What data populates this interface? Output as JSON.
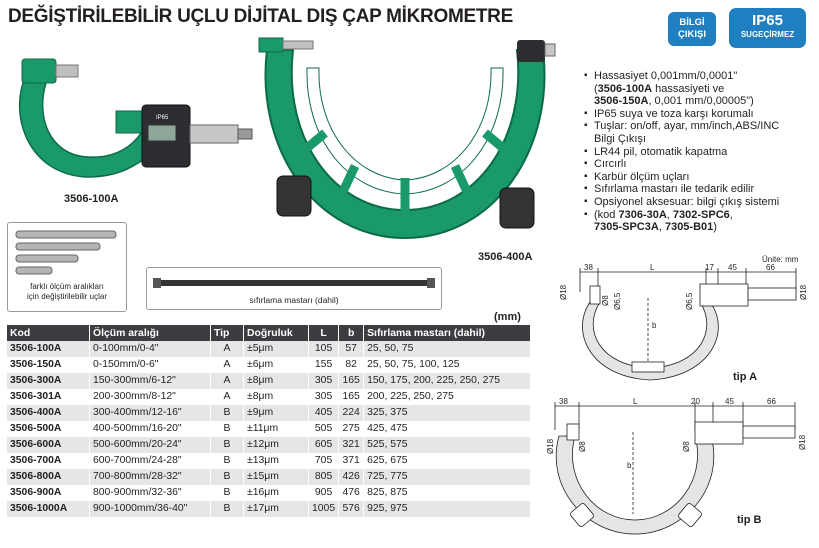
{
  "header": {
    "title": "DEĞİŞTİRİLEBİLİR UÇLU DİJİTAL DIŞ ÇAP MİKROMETRE",
    "badge_bilgi": [
      "BİLGİ",
      "ÇIKIŞI"
    ],
    "badge_ip65": {
      "main": "IP65",
      "sub": "SUGEÇİRMEZ"
    }
  },
  "images": {
    "caption_small": "3506-100A",
    "caption_large": "3506-400A",
    "inserts_caption": [
      "farklı ölçüm aralıkları",
      "için değiştirilebilir uçlar"
    ],
    "master_caption": "sıfırlama mastarı (dahil)",
    "display_label": "IP65"
  },
  "features": [
    {
      "parts": [
        {
          "t": "Hassasiyet 0,001mm/0,0001\""
        }
      ]
    },
    {
      "parts": [
        {
          "t": "("
        },
        {
          "t": "3506-100A",
          "b": true
        },
        {
          "t": " hassasiyeti ve"
        }
      ],
      "indent": true
    },
    {
      "parts": [
        {
          "t": "3506-150A",
          "b": true
        },
        {
          "t": ", 0,001 mm/0,00005\")"
        }
      ],
      "indent": true
    },
    {
      "parts": [
        {
          "t": "IP65 suya ve toza karşı korumalı"
        }
      ]
    },
    {
      "parts": [
        {
          "t": "Tuşlar: on/off, ayar, mm/inch,ABS/INC"
        }
      ]
    },
    {
      "parts": [
        {
          "t": "Bilgi Çıkışı"
        }
      ],
      "indent": true
    },
    {
      "parts": [
        {
          "t": "LR44 pil, otomatik kapatma"
        }
      ]
    },
    {
      "parts": [
        {
          "t": "Cırcırlı"
        }
      ]
    },
    {
      "parts": [
        {
          "t": "Karbür ölçüm uçları"
        }
      ]
    },
    {
      "parts": [
        {
          "t": "Sıfırlama mastarı ile tedarik edilir"
        }
      ]
    },
    {
      "parts": [
        {
          "t": "Opsiyonel aksesuar: bilgi çıkış sistemi"
        }
      ]
    },
    {
      "parts": [
        {
          "t": "(kod "
        },
        {
          "t": "7306-30A",
          "b": true
        },
        {
          "t": ", "
        },
        {
          "t": "7302-SPC6",
          "b": true
        },
        {
          "t": ","
        }
      ]
    },
    {
      "parts": [
        {
          "t": "7305-SPC3A",
          "b": true
        },
        {
          "t": ", "
        },
        {
          "t": "7305-B01",
          "b": true
        },
        {
          "t": ")"
        }
      ],
      "indent": true
    }
  ],
  "units": {
    "table_unit": "(mm)",
    "drawing_unit": "Ünite: mm"
  },
  "table": {
    "headers": [
      "Kod",
      "Ölçüm aralığı",
      "Tip",
      "Doğruluk",
      "L",
      "b",
      "Sıfırlama mastarı (dahil)"
    ],
    "rows": [
      [
        "3506-100A",
        "0-100mm/0-4\"",
        "A",
        "±5μm",
        "105",
        "57",
        "25, 50, 75"
      ],
      [
        "3506-150A",
        "0-150mm/0-6\"",
        "A",
        "±6μm",
        "155",
        "82",
        "25, 50, 75, 100, 125"
      ],
      [
        "3506-300A",
        "150-300mm/6-12\"",
        "A",
        "±8μm",
        "305",
        "165",
        "150, 175, 200, 225, 250, 275"
      ],
      [
        "3506-301A",
        "200-300mm/8-12\"",
        "A",
        "±8μm",
        "305",
        "165",
        "200, 225, 250, 275"
      ],
      [
        "3506-400A",
        "300-400mm/12-16\"",
        "B",
        "±9μm",
        "405",
        "224",
        "325, 375"
      ],
      [
        "3506-500A",
        "400-500mm/16-20\"",
        "B",
        "±11μm",
        "505",
        "275",
        "425, 475"
      ],
      [
        "3506-600A",
        "500-600mm/20-24\"",
        "B",
        "±12μm",
        "605",
        "321",
        "525, 575"
      ],
      [
        "3506-700A",
        "600-700mm/24-28\"",
        "B",
        "±13μm",
        "705",
        "371",
        "625, 675"
      ],
      [
        "3506-800A",
        "700-800mm/28-32\"",
        "B",
        "±15μm",
        "805",
        "426",
        "725, 775"
      ],
      [
        "3506-900A",
        "800-900mm/32-36\"",
        "B",
        "±16μm",
        "905",
        "476",
        "825, 875"
      ],
      [
        "3506-1000A",
        "900-1000mm/36-40\"",
        "B",
        "±17μm",
        "1005",
        "576",
        "925, 975"
      ]
    ]
  },
  "drawing_a": {
    "label": "tip A",
    "dims": {
      "left": "38",
      "L": "L",
      "right_small": "17",
      "mid": "45",
      "right": "66",
      "d18_left": "Ø18",
      "d8": "Ø8",
      "d6_5": "Ø6,5",
      "d6_5b": "Ø6,5",
      "d18_right": "Ø18",
      "b": "b"
    }
  },
  "drawing_b": {
    "label": "tip B",
    "dims": {
      "left": "38",
      "L": "L",
      "right_small": "20",
      "mid": "45",
      "right": "66",
      "d18_left": "Ø18",
      "d8": "Ø8",
      "d8b": "Ø8",
      "d18_right": "Ø18",
      "b": "b"
    }
  },
  "colors": {
    "frame_green": "#1a9a6a",
    "header_dark": "#3b3d40",
    "badge_blue": "#1f7fc0"
  }
}
